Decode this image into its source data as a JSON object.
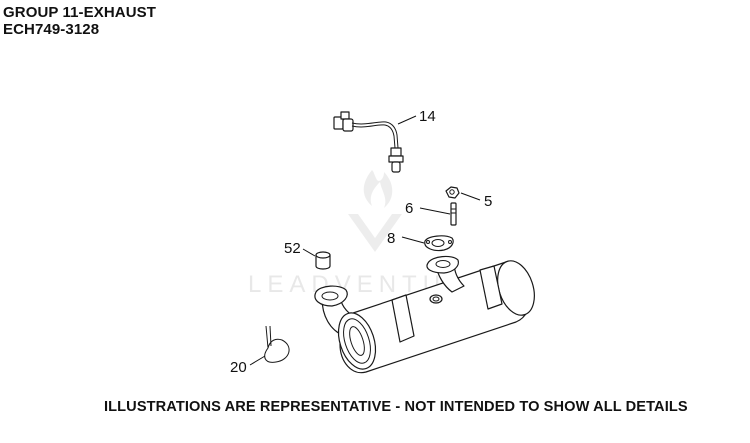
{
  "header": {
    "group_title": "GROUP 11-EXHAUST",
    "model_code": "ECH749-3128"
  },
  "watermark": {
    "text": "LEADVENTURE",
    "color": "#e6e6e6"
  },
  "callouts": [
    {
      "id": "oxygen-sensor",
      "number": "14"
    },
    {
      "id": "nut",
      "number": "5"
    },
    {
      "id": "stud",
      "number": "6"
    },
    {
      "id": "gasket",
      "number": "8"
    },
    {
      "id": "cap",
      "number": "52"
    },
    {
      "id": "clamp",
      "number": "20"
    }
  ],
  "footer": {
    "disclaimer": "ILLUSTRATIONS ARE REPRESENTATIVE - NOT INTENDED TO SHOW ALL DETAILS"
  }
}
